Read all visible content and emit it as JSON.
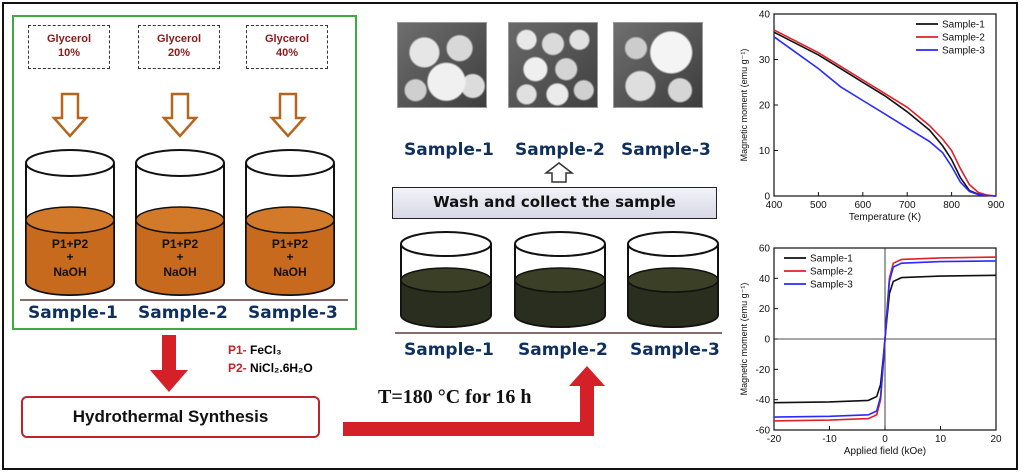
{
  "glycerol_boxes": [
    {
      "line1": "Glycerol",
      "line2": "10%"
    },
    {
      "line1": "Glycerol",
      "line2": "20%"
    },
    {
      "line1": "Glycerol",
      "line2": "40%"
    }
  ],
  "beaker_contents": {
    "line1": "P1+P2",
    "line2": "+",
    "line3": "NaOH"
  },
  "sample_labels": [
    "Sample-1",
    "Sample-2",
    "Sample-3"
  ],
  "precursors": {
    "p1_key": "P1-",
    "p1_value": "FeCl₃",
    "p2_key": "P2-",
    "p2_value": "NiCl₂.6H₂O"
  },
  "hydrothermal_label": "Hydrothermal Synthesis",
  "condition_label": "T=180 °C for 16 h",
  "wash_label": "Wash and collect the sample",
  "colors": {
    "sample1": "#111111",
    "sample2": "#e0202a",
    "sample3": "#2a2aff",
    "arrow": "#d42027",
    "border_green": "#3faa3f"
  },
  "chart_data": [
    {
      "type": "line",
      "xlabel": "Temperature (K)",
      "ylabel": "Magnetic moment (emu g⁻¹)",
      "xlim": [
        400,
        900
      ],
      "ylim": [
        0,
        40
      ],
      "xticks": [
        400,
        500,
        600,
        700,
        800,
        900
      ],
      "yticks": [
        0,
        10,
        20,
        30,
        40
      ],
      "legend": "top-right",
      "series": [
        {
          "name": "Sample-1",
          "x": [
            400,
            450,
            500,
            550,
            600,
            650,
            700,
            750,
            780,
            800,
            820,
            840,
            860,
            880,
            900
          ],
          "y": [
            36,
            33.5,
            31,
            28,
            25,
            22,
            18.5,
            14.5,
            11,
            8,
            4,
            1.2,
            0.4,
            0.1,
            0
          ]
        },
        {
          "name": "Sample-2",
          "x": [
            400,
            450,
            500,
            550,
            600,
            650,
            700,
            750,
            780,
            800,
            820,
            840,
            860,
            880,
            900
          ],
          "y": [
            36.5,
            34,
            31.5,
            28.5,
            25.5,
            22.5,
            19.5,
            15.5,
            12.5,
            10,
            6,
            2.5,
            0.8,
            0.2,
            0
          ]
        },
        {
          "name": "Sample-3",
          "x": [
            400,
            450,
            500,
            550,
            600,
            650,
            700,
            750,
            780,
            800,
            820,
            840,
            860,
            880,
            900
          ],
          "y": [
            35,
            31.5,
            28,
            24,
            21,
            18,
            15,
            12,
            9.5,
            6.5,
            3,
            1,
            0.3,
            0.1,
            0
          ]
        }
      ]
    },
    {
      "type": "line",
      "xlabel": "Applied field (kOe)",
      "ylabel": "Magnetic moment (emu g⁻¹)",
      "xlim": [
        -20,
        20
      ],
      "ylim": [
        -60,
        60
      ],
      "xticks": [
        -20,
        -10,
        0,
        10,
        20
      ],
      "yticks": [
        -60,
        -40,
        -20,
        0,
        20,
        40,
        60
      ],
      "legend": "top-left",
      "series": [
        {
          "name": "Sample-1",
          "x": [
            -20,
            -10,
            -3,
            -1.5,
            -0.8,
            -0.3,
            0,
            0.3,
            0.8,
            1.5,
            3,
            10,
            20
          ],
          "y": [
            -42,
            -41.5,
            -40.5,
            -38,
            -30,
            -12,
            0,
            12,
            30,
            38,
            40.5,
            41.5,
            42
          ]
        },
        {
          "name": "Sample-2",
          "x": [
            -20,
            -10,
            -3,
            -1.5,
            -0.8,
            -0.3,
            0,
            0.3,
            0.8,
            1.5,
            3,
            10,
            20
          ],
          "y": [
            -54,
            -53.5,
            -52.5,
            -50,
            -40,
            -16,
            0,
            16,
            40,
            50,
            52.5,
            53.5,
            54
          ]
        },
        {
          "name": "Sample-3",
          "x": [
            -20,
            -10,
            -3,
            -1.5,
            -0.8,
            -0.3,
            0,
            0.3,
            0.8,
            1.5,
            3,
            10,
            20
          ],
          "y": [
            -51.5,
            -51,
            -50,
            -47.5,
            -38,
            -15,
            0,
            15,
            38,
            47.5,
            50,
            51,
            51.5
          ]
        }
      ]
    }
  ]
}
